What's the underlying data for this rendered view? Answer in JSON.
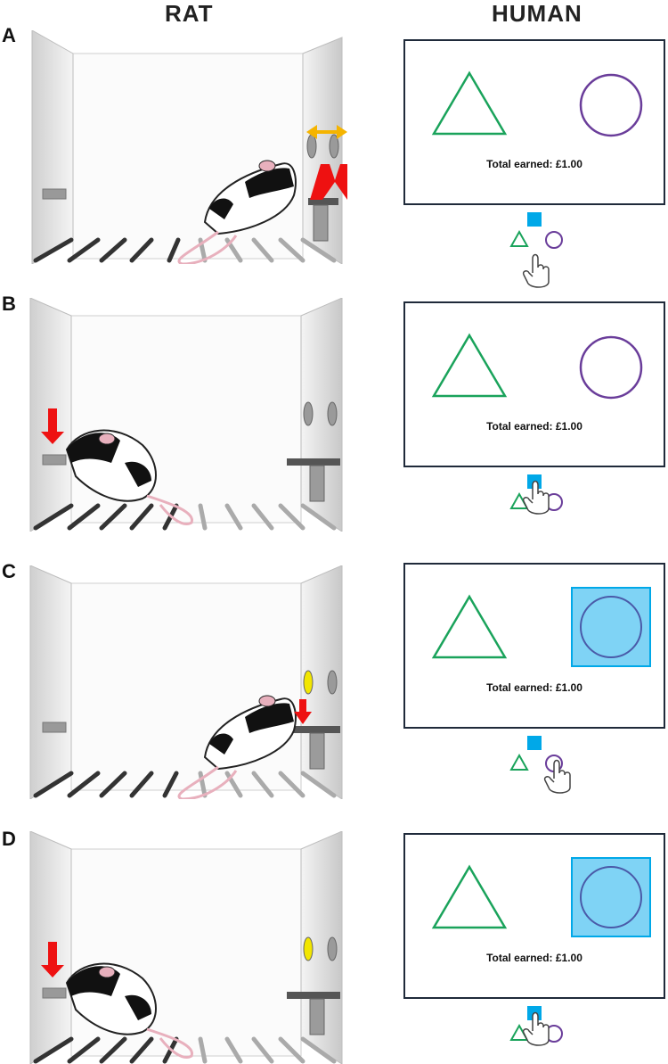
{
  "headers": {
    "rat": "RAT",
    "human": "HUMAN"
  },
  "panels": [
    {
      "letter": "A",
      "earned": "Total earned: £1.00"
    },
    {
      "letter": "B",
      "earned": "Total earned: £1.00"
    },
    {
      "letter": "C",
      "earned": "Total earned: £1.00"
    },
    {
      "letter": "D",
      "earned": "Total earned: £1.00"
    }
  ],
  "colors": {
    "triangle": "#1aa35b",
    "circle": "#6a3d9a",
    "blue_square": "#00a8e8",
    "highlight_fill": "#7fd3f5",
    "red_arrow": "#ee1111",
    "orange_arrow": "#f5b400",
    "lit_light": "#f2e600",
    "screen_border": "#1f2a3a"
  }
}
